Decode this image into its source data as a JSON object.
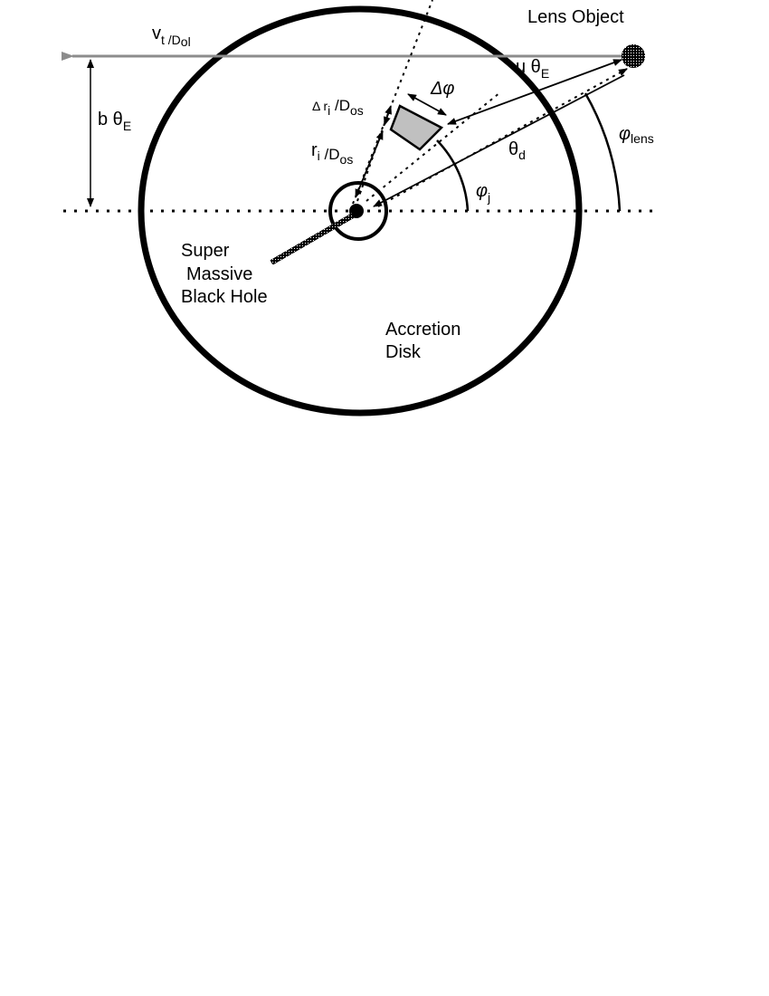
{
  "labels": {
    "lens_object": "Lens  Object",
    "velocity": "v",
    "velocity_sub": "t /D",
    "velocity_subsub": "ol",
    "impact": "b θ",
    "impact_sub": "E",
    "u_theta": "u θ",
    "u_theta_sub": "E",
    "delta_phi": "Δφ",
    "delta_r": "Δ r",
    "delta_r_sub": "i",
    "delta_r_rest": " /D",
    "delta_r_subsub": "os",
    "r_i": "r",
    "r_i_sub": "i",
    "r_i_rest": " /D",
    "r_i_subsub": "os",
    "theta_d": "θ",
    "theta_d_sub": "d",
    "phi_j": "φ",
    "phi_j_sub": "j",
    "phi_lens": "φ",
    "phi_lens_sub": "lens",
    "smbh_line1": "Super",
    "smbh_line2": "Massive",
    "smbh_line3": "Black Hole",
    "disk_line1": "Accretion",
    "disk_line2": "Disk"
  },
  "colors": {
    "ink": "#000000",
    "lens_path": "#8c8c8c",
    "emitting_region": "#c0c0c0"
  }
}
